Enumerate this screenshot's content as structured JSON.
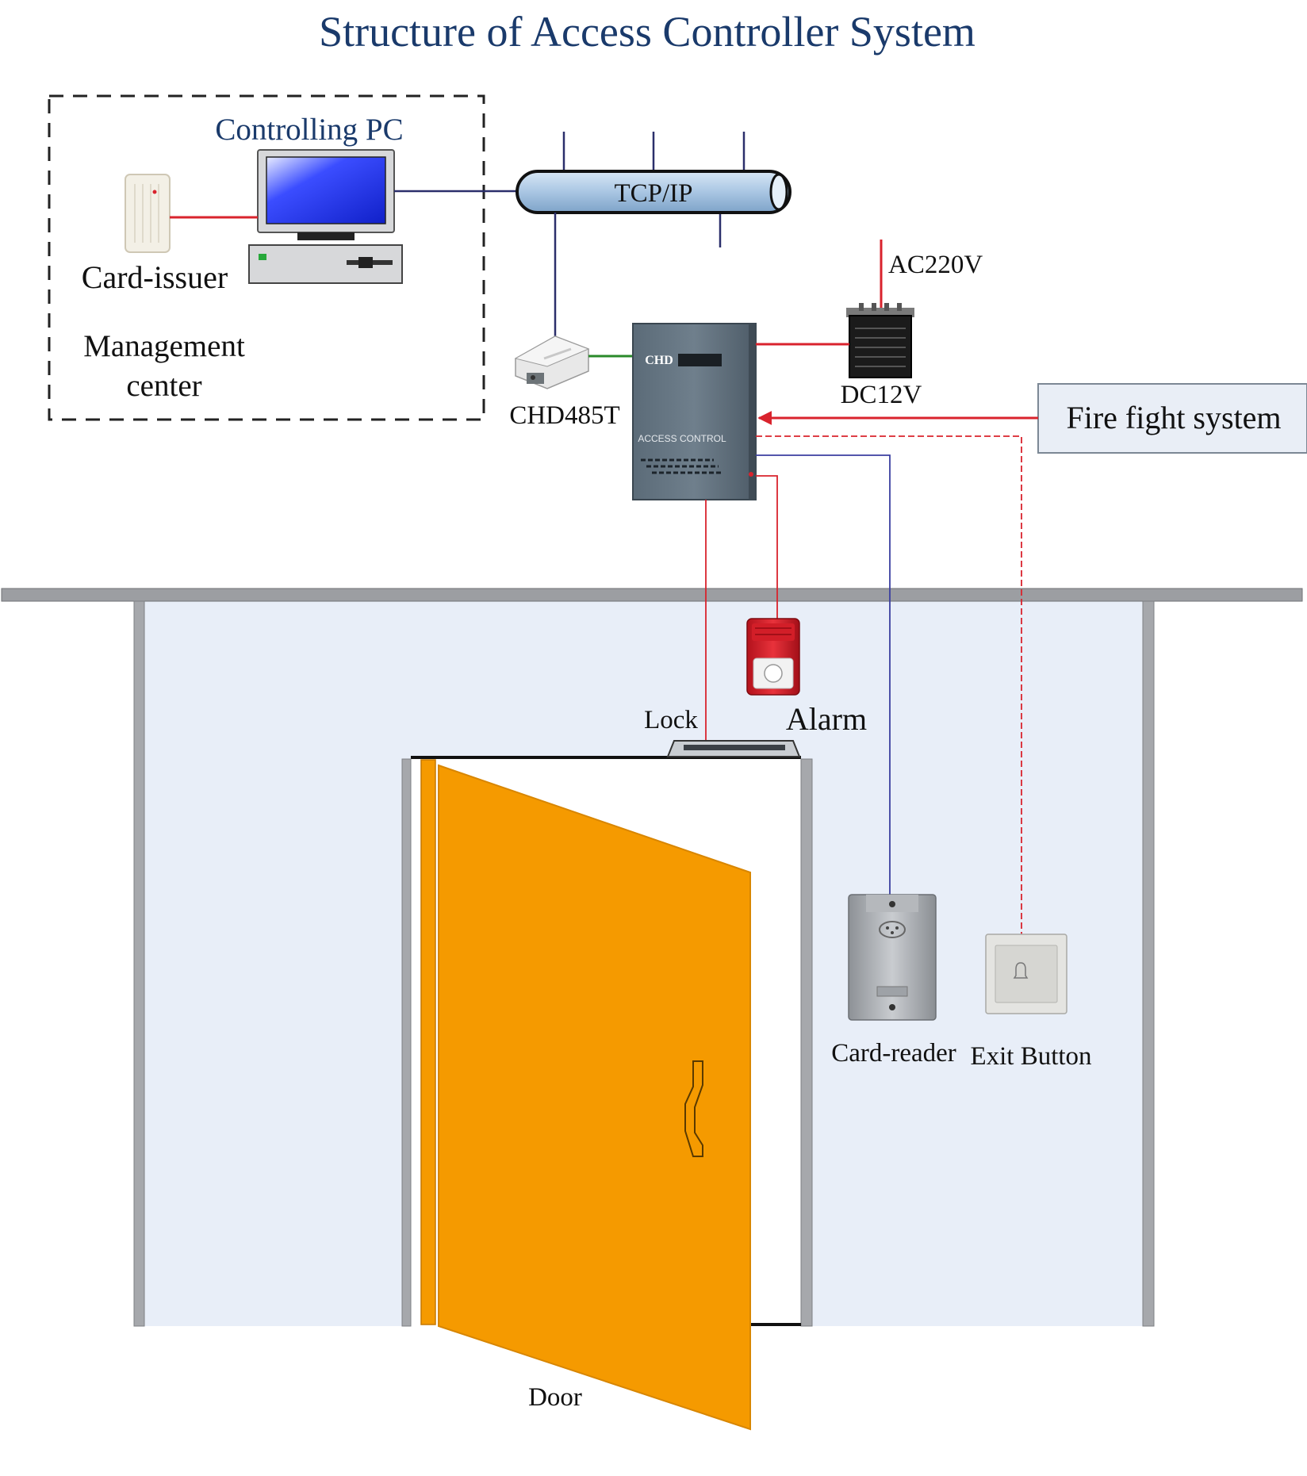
{
  "title": "Structure of Access Controller System",
  "management": {
    "pc_label": "Controlling PC",
    "card_issuer_label": "Card-issuer",
    "center_line1": "Management",
    "center_line2": "center"
  },
  "network": {
    "label": "TCP/IP"
  },
  "converter": {
    "label": "CHD485T"
  },
  "power": {
    "ac_label": "AC220V",
    "dc_label": "DC12V"
  },
  "controller": {
    "brand": "CHD",
    "panel_text": "ACCESS CONTROL"
  },
  "fire": {
    "label": "Fire fight system"
  },
  "devices": {
    "lock_label": "Lock",
    "alarm_label": "Alarm",
    "card_reader_label": "Card-reader",
    "exit_button_label": "Exit Button",
    "door_label": "Door"
  },
  "colors": {
    "title": "#1a3a6b",
    "pc_label": "#1a3a6b",
    "signal_red": "#d9232d",
    "signal_navy": "#2b2f6b",
    "signal_green": "#2a8a2a",
    "door": "#f59a00",
    "wall_fill": "#e8eef8",
    "pipe": "#b9d2ea"
  }
}
